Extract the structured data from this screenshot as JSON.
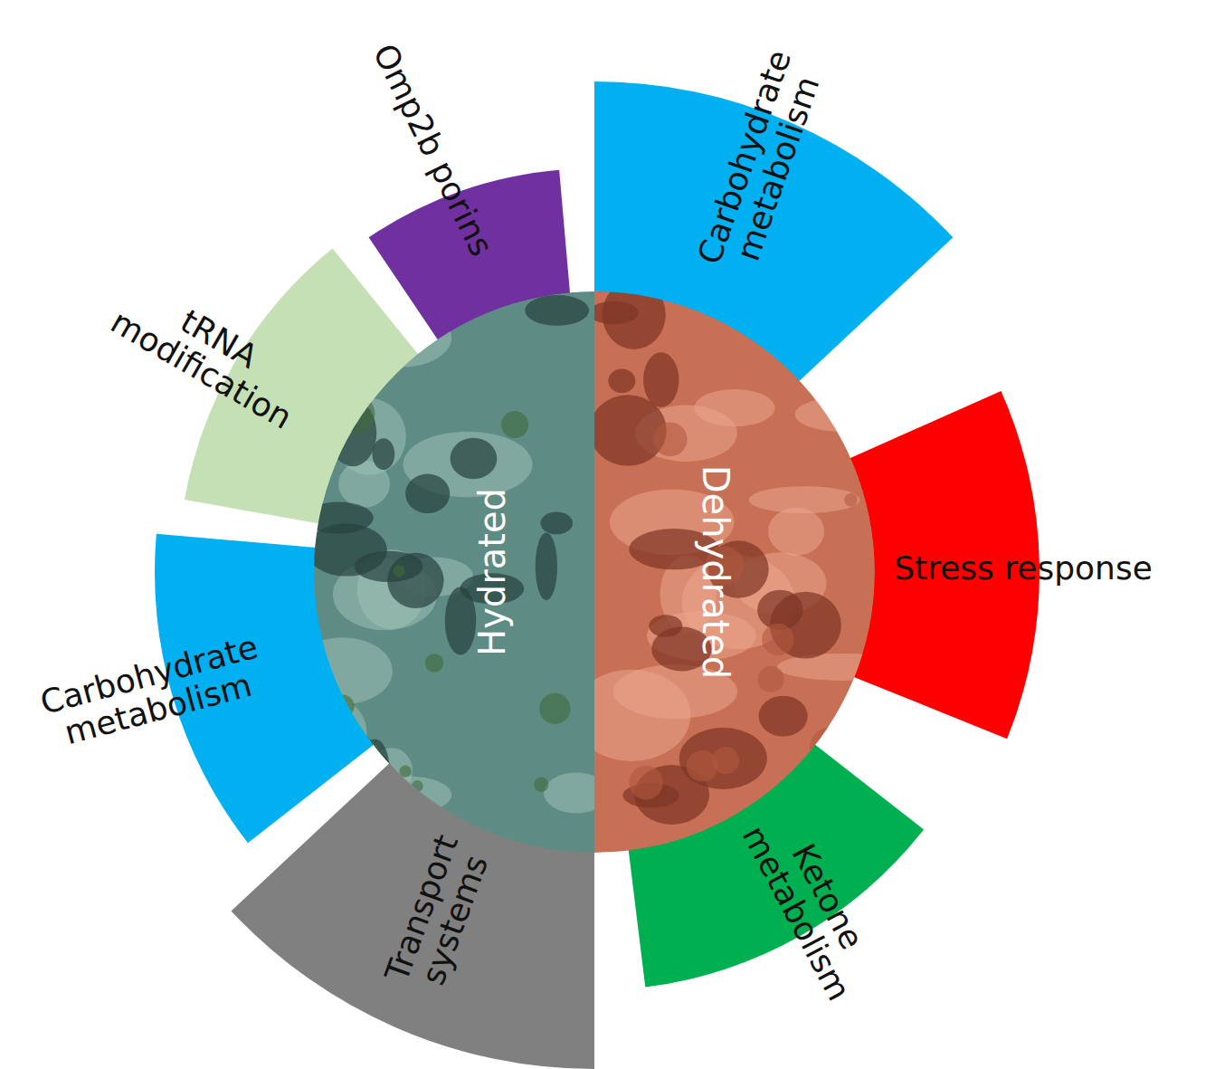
{
  "diagram": {
    "nodes": [
      {
        "text": [
          "Omp2b porins"
        ]
      },
      {
        "text": [
          "Carbohydrate metabolism"
        ]
      },
      {
        "text": [
          "Stress response"
        ]
      },
      {
        "text": [
          "Ketone metabolism"
        ]
      },
      {
        "text": [
          "Transport systems"
        ]
      },
      {
        "text": [
          "Carbohydrate metabolism"
        ]
      },
      {
        "text": [
          "tRNA modification"
        ]
      },
      {
        "text": [
          "Hydrated"
        ]
      },
      {
        "text": [
          "Dehydrated"
        ]
      }
    ]
  }
}
